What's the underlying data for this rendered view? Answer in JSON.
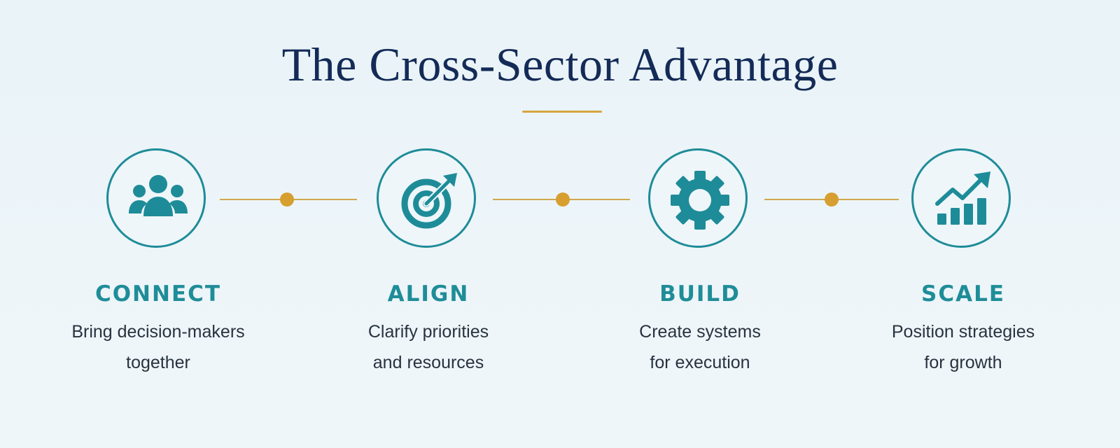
{
  "title": "The Cross-Sector Advantage",
  "colors": {
    "title": "#142b57",
    "accent_gold": "#d7a640",
    "teal": "#1f8d98",
    "body_text": "#28333e"
  },
  "steps": [
    {
      "label": "CONNECT",
      "icon": "people-group-icon",
      "desc_line1": "Bring decision-makers",
      "desc_line2": "together"
    },
    {
      "label": "ALIGN",
      "icon": "target-arrow-icon",
      "desc_line1": "Clarify priorities",
      "desc_line2": "and resources"
    },
    {
      "label": "BUILD",
      "icon": "gear-icon",
      "desc_line1": "Create systems",
      "desc_line2": "for execution"
    },
    {
      "label": "SCALE",
      "icon": "growth-chart-icon",
      "desc_line1": "Position strategies",
      "desc_line2": "for growth"
    }
  ]
}
